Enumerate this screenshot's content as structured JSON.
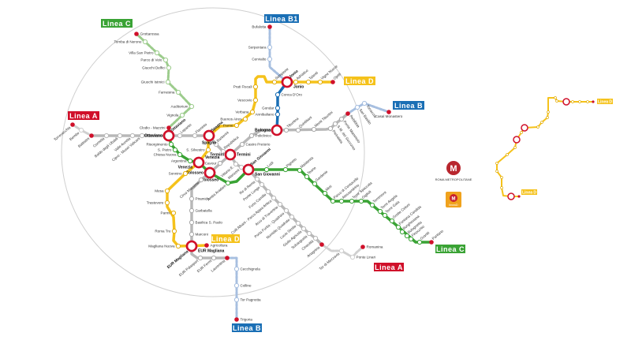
{
  "colors": {
    "A": "#b8b8b8",
    "B": "#b8b8b8",
    "B1": "#1a6fb5",
    "C": "#3aa335",
    "C_ext": "#9ccc8c",
    "D": "#f5c21b",
    "ext": "#a7bfe0",
    "interchange": "#d0102a",
    "terminal": "#d0102a",
    "tag_A": "#d0102a",
    "tag_B": "#1a6fb5",
    "tag_C": "#3aa335",
    "tag_D": "#f5c21b"
  },
  "tags": {
    "linea_c_top": "Linea C",
    "linea_b1": "Linea B1",
    "linea_d_top": "Linea D",
    "linea_b_east": "Linea B",
    "linea_a_west": "Linea A",
    "linea_d_south": "Linea D",
    "linea_b_south": "Linea B",
    "linea_a_east": "Linea A",
    "linea_c_east": "Linea C",
    "mini_linea_d_top": "Linea D",
    "mini_linea_d_bottom": "Linea D"
  },
  "logos": {
    "roma_metropolitane": "ROMA METROPOLITANE",
    "linea_d": "lineaD",
    "m": "M"
  },
  "lines": {
    "A": [
      "Battistini",
      "Cornelia",
      "Baldo degli Ubaldi",
      "Valle Aurelia",
      "Cipro - Musei Vaticani",
      "Ottaviano",
      "Lepanto",
      "Flaminio",
      "Spagna",
      "Barberini",
      "Repubblica",
      "Termini",
      "Vittorio E.",
      "Manzoni",
      "San Giovanni",
      "Re di Roma",
      "Ponte Lungo",
      "Furio Camillo",
      "Colli Albani - Parco Appia Antica",
      "Arco di Travertino",
      "Porta Furba - Quadraro",
      "Numidio Quadrato",
      "Lucio Sestio",
      "Giulio Agricola",
      "Subaugusta",
      "Cinecittà",
      "Anagnina"
    ],
    "A_ext_west": [
      "Torrevecchia",
      "Bembo"
    ],
    "A_ext_east": [
      "Tor di Mezzavia",
      "Ponte Linari",
      "Romanina"
    ],
    "B": [
      "Rebibbia",
      "Ponte Mammolo",
      "S.M. del Soccorso",
      "Pietralata",
      "Monti Tiburtini",
      "Quintiliani",
      "Tiburtina",
      "Bologna",
      "Policlinico",
      "Castro Pretorio",
      "Termini",
      "Cavour",
      "Colosseo",
      "Circo Massimo",
      "Piramide",
      "Garbatella",
      "Basilica S. Paolo",
      "Marconi",
      "EUR Magliana",
      "EUR Palasport",
      "EUR Fermi",
      "Laurentina"
    ],
    "B_ext_east": [
      "San Basilio",
      "Torraccia",
      "Casal Monastero"
    ],
    "B_ext_south": [
      "Cecchignola",
      "Colline",
      "Tor Pagnotta",
      "Trigoria"
    ],
    "B1": [
      "Annibaliano",
      "Gondar",
      "Conca D'Oro",
      "Jonio"
    ],
    "B1_ext": [
      "Cervialto",
      "Serpentara",
      "Bufalotta"
    ],
    "C": [
      "Clodio - Mazzini",
      "Ottaviano",
      "Risorgimento",
      "S. Pietro",
      "Chiesa Nuova",
      "Argentina",
      "Venezia",
      "Colosseo",
      "Amba Aradam",
      "San Giovanni",
      "Lodi",
      "Pigneto",
      "Malatesta",
      "Teano",
      "Gardenie",
      "Mirti",
      "Parco di Centocelle",
      "Alessandrino",
      "Torre Spaccata",
      "Giglioli",
      "Torrenova",
      "Torre Angela",
      "Torre Gaia",
      "Grotte Celoni",
      "Fontana Candida",
      "Borghesiana",
      "Bolognetta",
      "Finocchio",
      "Graniti",
      "Pantano"
    ],
    "C_ext": [
      "Grottarossa",
      "Tomba di Nerone",
      "Villa San Pietro",
      "Parco di Veio",
      "Giuochi Delfici",
      "Giuochi Istmici",
      "Farnesina",
      "Auditorium",
      "Vignola"
    ],
    "D": [
      "Agricoltura",
      "EUR Magliana",
      "Magliana Nuova",
      "Roma Tre",
      "Parmi",
      "Trastevere",
      "Mesa",
      "Sonnino",
      "Venezia",
      "S. Silvestro",
      "Spagna",
      "Fiume",
      "Buenos Aires",
      "Verbana",
      "Vescovio",
      "Prati Fiscali",
      "Sempione",
      "Jonio",
      "Adriatico",
      "Talenti",
      "Vigne Nuove",
      "Ojetti"
    ]
  }
}
